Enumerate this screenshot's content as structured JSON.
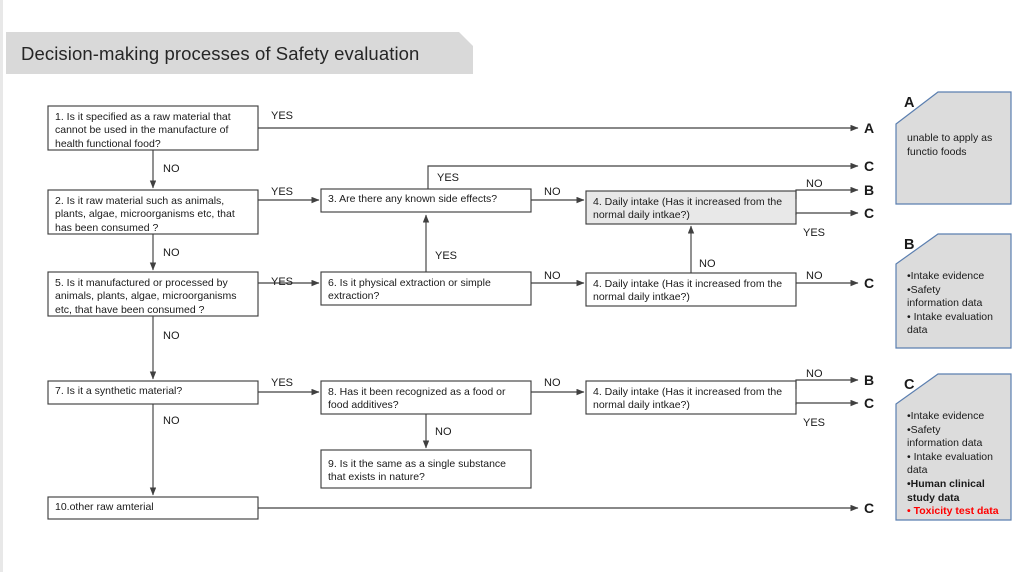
{
  "title": "Decision-making processes of Safety evaluation",
  "boxes": {
    "q1": "1. Is it specified as a raw material that cannot be used in the manufacture of health functional food?",
    "q2": "2. Is it  raw material such as animals, plants, algae, microorganisms etc, that has been consumed ?",
    "q3": "3. Are there any known side effects?",
    "q4a": "4. Daily intake (Has it increased from the normal daily intkae?)",
    "q5": "5. Is it manufactured or processed by animals, plants, algae, microorganisms etc,  that have been consumed ?",
    "q6": "6. Is it physical extraction or simple extraction?",
    "q4b": "4. Daily intake (Has it increased from the normal daily intkae?)",
    "q7": "7. Is it a synthetic material?",
    "q8": "8. Has it been recognized as a food or food additives?",
    "q4c": "4. Daily intake (Has it increased from the normal daily intkae?)",
    "q9": "9. Is it the same as a single substance that exists in nature?",
    "q10": "10.other raw amterial"
  },
  "edge_labels": {
    "q1_yes": "YES",
    "q1_no": "NO",
    "q2_yes": "YES",
    "q2_no": "NO",
    "q3_yes": "YES",
    "q3_no": "NO",
    "q4a_no": "NO",
    "q4a_yes": "YES",
    "q5_yes": "YES",
    "q5_no": "NO",
    "q6_yes": "YES",
    "q6_no": "NO",
    "q4b_up_no": "NO",
    "q4b_no": "NO",
    "q7_yes": "YES",
    "q7_no": "NO",
    "q8_no_right": "NO",
    "q8_no_down": "NO",
    "q4c_no": "NO",
    "q4c_yes": "YES"
  },
  "outlets": {
    "o1": "A",
    "o2": "C",
    "o3": "B",
    "o4": "C",
    "o5": "C",
    "o6": "B",
    "o7": "C",
    "o8": "C"
  },
  "legend": {
    "a": {
      "letter": "A",
      "lines": [
        "unable to apply as",
        "functio foods"
      ]
    },
    "b": {
      "letter": "B",
      "lines": [
        "•Intake evidence",
        "•Safety",
        "information data",
        "• Intake evaluation",
        "data"
      ]
    },
    "c": {
      "letter": "C",
      "lines": [
        "•Intake evidence",
        "•Safety",
        "information data",
        "• Intake evaluation",
        "data"
      ],
      "bold_lines": [
        "•Human clinical",
        "study data"
      ],
      "red_line": "• Toxicity test data"
    }
  },
  "colors": {
    "banner": "#d9d9d9",
    "box_stroke": "#3f3f3f",
    "box_fill_gray": "#e8e8e8",
    "legend_fill": "#dcdcdc",
    "legend_stroke": "#5b7fb0",
    "line": "#404040",
    "red": "#ff0000"
  }
}
